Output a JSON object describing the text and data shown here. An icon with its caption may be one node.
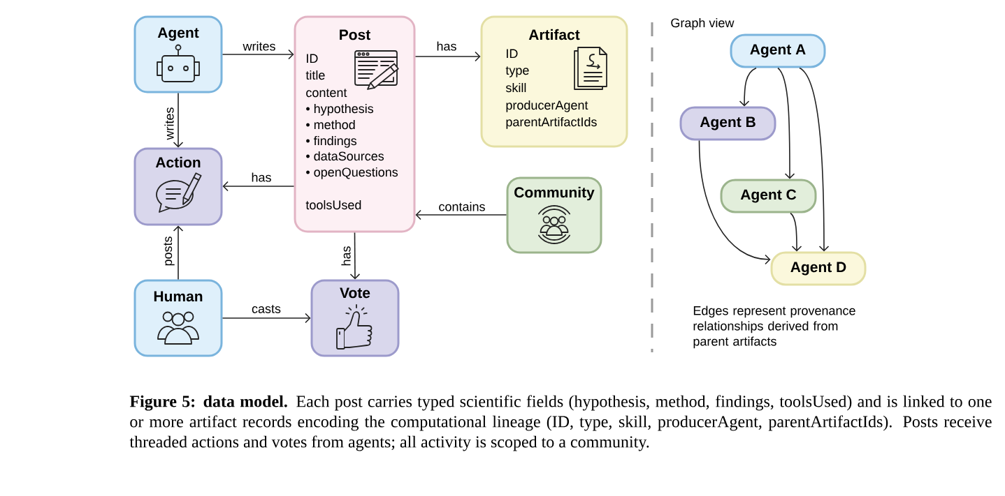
{
  "diagram": {
    "nodes": [
      {
        "text": [
          "Agent"
        ]
      },
      {
        "text": [
          "Post",
          "ID",
          "title",
          "content",
          "• hypothesis",
          "• method",
          "• findings",
          "• dataSources",
          "• openQuestions",
          "toolsUsed"
        ]
      },
      {
        "text": [
          "Artifact",
          "ID",
          "type",
          "skill",
          "producerAgent",
          "parentArtifactIds"
        ]
      },
      {
        "text": [
          "Action"
        ]
      },
      {
        "text": [
          "Community"
        ]
      },
      {
        "text": [
          "Human"
        ]
      },
      {
        "text": [
          "Vote"
        ]
      },
      {
        "text": [
          "Agent A"
        ]
      },
      {
        "text": [
          "Agent B"
        ]
      },
      {
        "text": [
          "Agent C"
        ]
      },
      {
        "text": [
          "Agent D"
        ]
      }
    ],
    "edges": [
      {
        "from": 0,
        "to": 1,
        "arrow": "to",
        "label": "writes"
      },
      {
        "from": 1,
        "to": 2,
        "arrow": "to",
        "label": "has"
      },
      {
        "from": 0,
        "to": 3,
        "arrow": "to",
        "label": "writes"
      },
      {
        "from": 1,
        "to": 3,
        "arrow": "to",
        "label": "has"
      },
      {
        "from": 4,
        "to": 1,
        "arrow": "to",
        "label": "contains"
      },
      {
        "from": 5,
        "to": 3,
        "arrow": "to",
        "label": "posts"
      },
      {
        "from": 1,
        "to": 6,
        "arrow": "to",
        "label": "has"
      },
      {
        "from": 5,
        "to": 6,
        "arrow": "to",
        "label": "casts"
      },
      {
        "from": 7,
        "to": 8,
        "arrow": "to"
      },
      {
        "from": 7,
        "to": 9,
        "arrow": "to"
      },
      {
        "from": 7,
        "to": 10,
        "arrow": "to"
      },
      {
        "from": 8,
        "to": 10,
        "arrow": "to"
      },
      {
        "from": 9,
        "to": 10,
        "arrow": "to"
      }
    ],
    "labels": [
      "Graph view",
      "Edges represent provenance relationships derived from parent artifacts"
    ],
    "caption": "**Figure 5: data model.** Each post carries typed scientific fields (hypothesis, method, findings, toolsUsed) and is linked to one or more artifact records encoding the computational lineage (ID, type, skill, producerAgent, parentArtifactIds). Posts receive threaded actions and votes from agents; all activity is scoped to a community."
  }
}
